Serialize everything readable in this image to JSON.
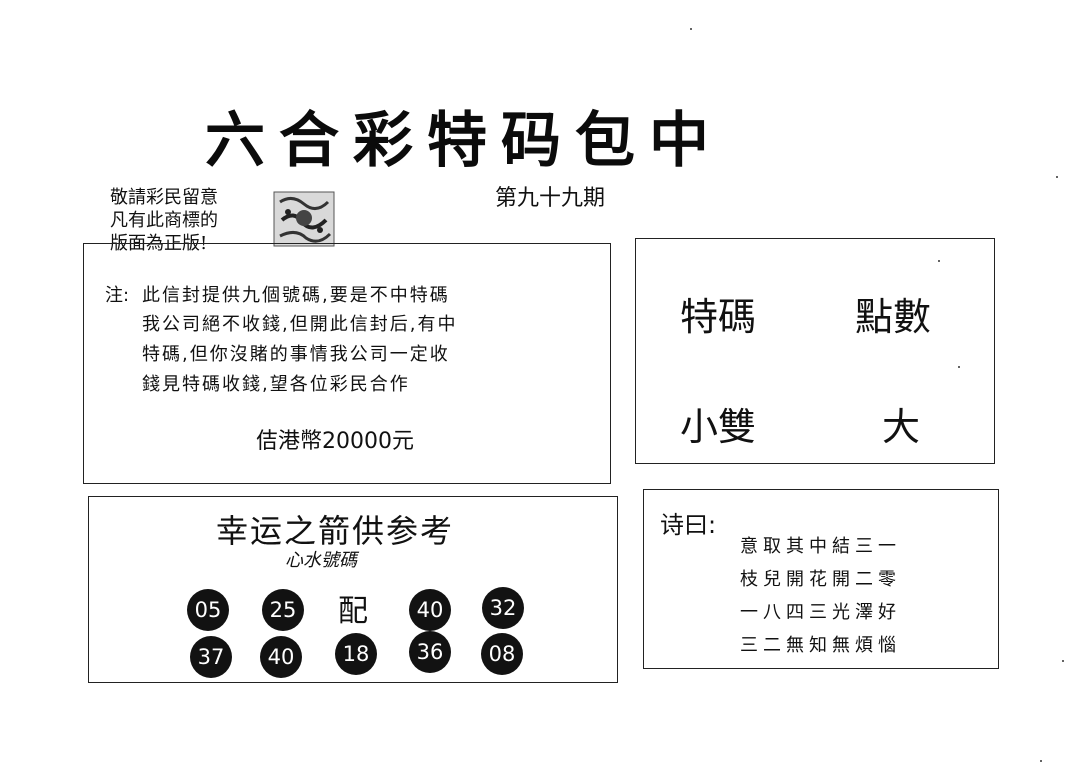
{
  "header": {
    "title": "六合彩特码包中",
    "issue": "第九十九期"
  },
  "notice": {
    "lines": [
      "敬請彩民留意",
      "凡有此商標的",
      "版面為正版!"
    ]
  },
  "note_box": {
    "label": "注:",
    "lines": [
      "此信封提供九個號碼,要是不中特碼",
      "我公司絕不收錢,但開此信封后,有中",
      "特碼,但你沒賭的事情我公司一定收",
      "錢見特碼收錢,望各位彩民合作"
    ],
    "price": "佶港幣20000元"
  },
  "code_box": {
    "items": [
      "特碼",
      "點數",
      "小雙",
      "大"
    ]
  },
  "lucky_box": {
    "title": "幸运之箭供参考",
    "subtitle": "心水號碼",
    "pei": "配",
    "row1": [
      "05",
      "25",
      "40",
      "32"
    ],
    "row2": [
      "37",
      "40",
      "18",
      "36",
      "08"
    ]
  },
  "poem_box": {
    "label": "诗曰:",
    "lines": [
      "意取其中結三一",
      "枝兒開花開二零",
      "一八四三光澤好",
      "三二無知無煩惱"
    ]
  }
}
